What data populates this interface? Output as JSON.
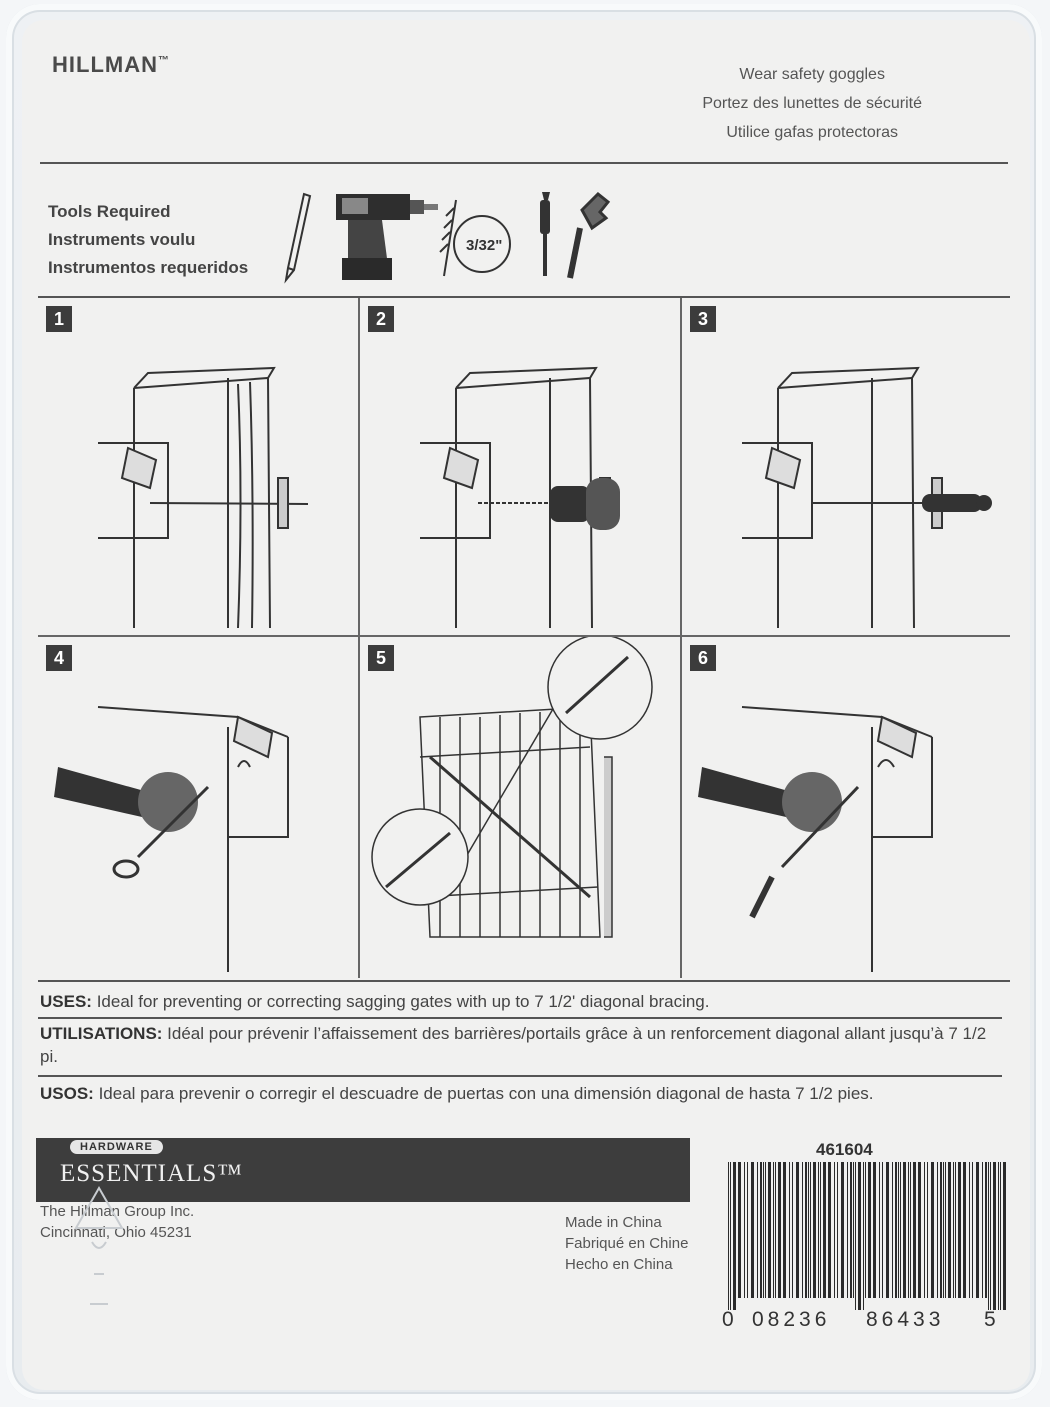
{
  "brand": {
    "name": "HILLMAN",
    "tm": "™"
  },
  "safety": [
    "Wear safety goggles",
    "Portez des lunettes de sécurité",
    "Utilice gafas protectoras"
  ],
  "tools": {
    "labels": [
      "Tools Required",
      "Instruments voulu",
      "Instrumentos requeridos"
    ],
    "drill_bit_size": "3/32\"",
    "icons": [
      "pencil-icon",
      "drill-icon",
      "drill-bit-icon",
      "screwdriver-icon",
      "wrench-icon"
    ]
  },
  "steps": [
    {
      "num": "1",
      "icon": "mark-hole-illustration"
    },
    {
      "num": "2",
      "icon": "drill-hole-illustration"
    },
    {
      "num": "3",
      "icon": "drive-screw-illustration"
    },
    {
      "num": "4",
      "icon": "tighten-wrench-illustration"
    },
    {
      "num": "5",
      "icon": "gate-brace-illustration"
    },
    {
      "num": "6",
      "icon": "adjust-turnbuckle-illustration"
    }
  ],
  "uses": {
    "en_label": "USES:",
    "en_text": " Ideal for preventing or correcting sagging gates with up to 7 1/2' diagonal bracing.",
    "fr_label": "UTILISATIONS:",
    "fr_text": " Idéal pour prévenir l’affaissement des barrières/portails grâce à un renforcement diagonal allant jusqu’à 7 1/2 pi.",
    "es_label": "USOS:",
    "es_text": " Ideal para prevenir o corregir el descuadre de puertas con una dimensión diagonal de hasta 7 1/2 pies."
  },
  "footer": {
    "hw_small": "HARDWARE",
    "hw_big": "ESSENTIALS™",
    "company": [
      "The Hillman Group Inc.",
      "Cincinnati, Ohio 45231"
    ],
    "made_in": [
      "Made in China",
      "Fabriqué en Chine",
      "Hecho en China"
    ],
    "sku": "461604",
    "barcode_digits": {
      "left": "0",
      "group1": "08236",
      "group2": "86433",
      "right": "5"
    }
  },
  "colors": {
    "ink": "#3c3c3c",
    "card": "#f1f1f0",
    "blister": "#e8ecef"
  }
}
